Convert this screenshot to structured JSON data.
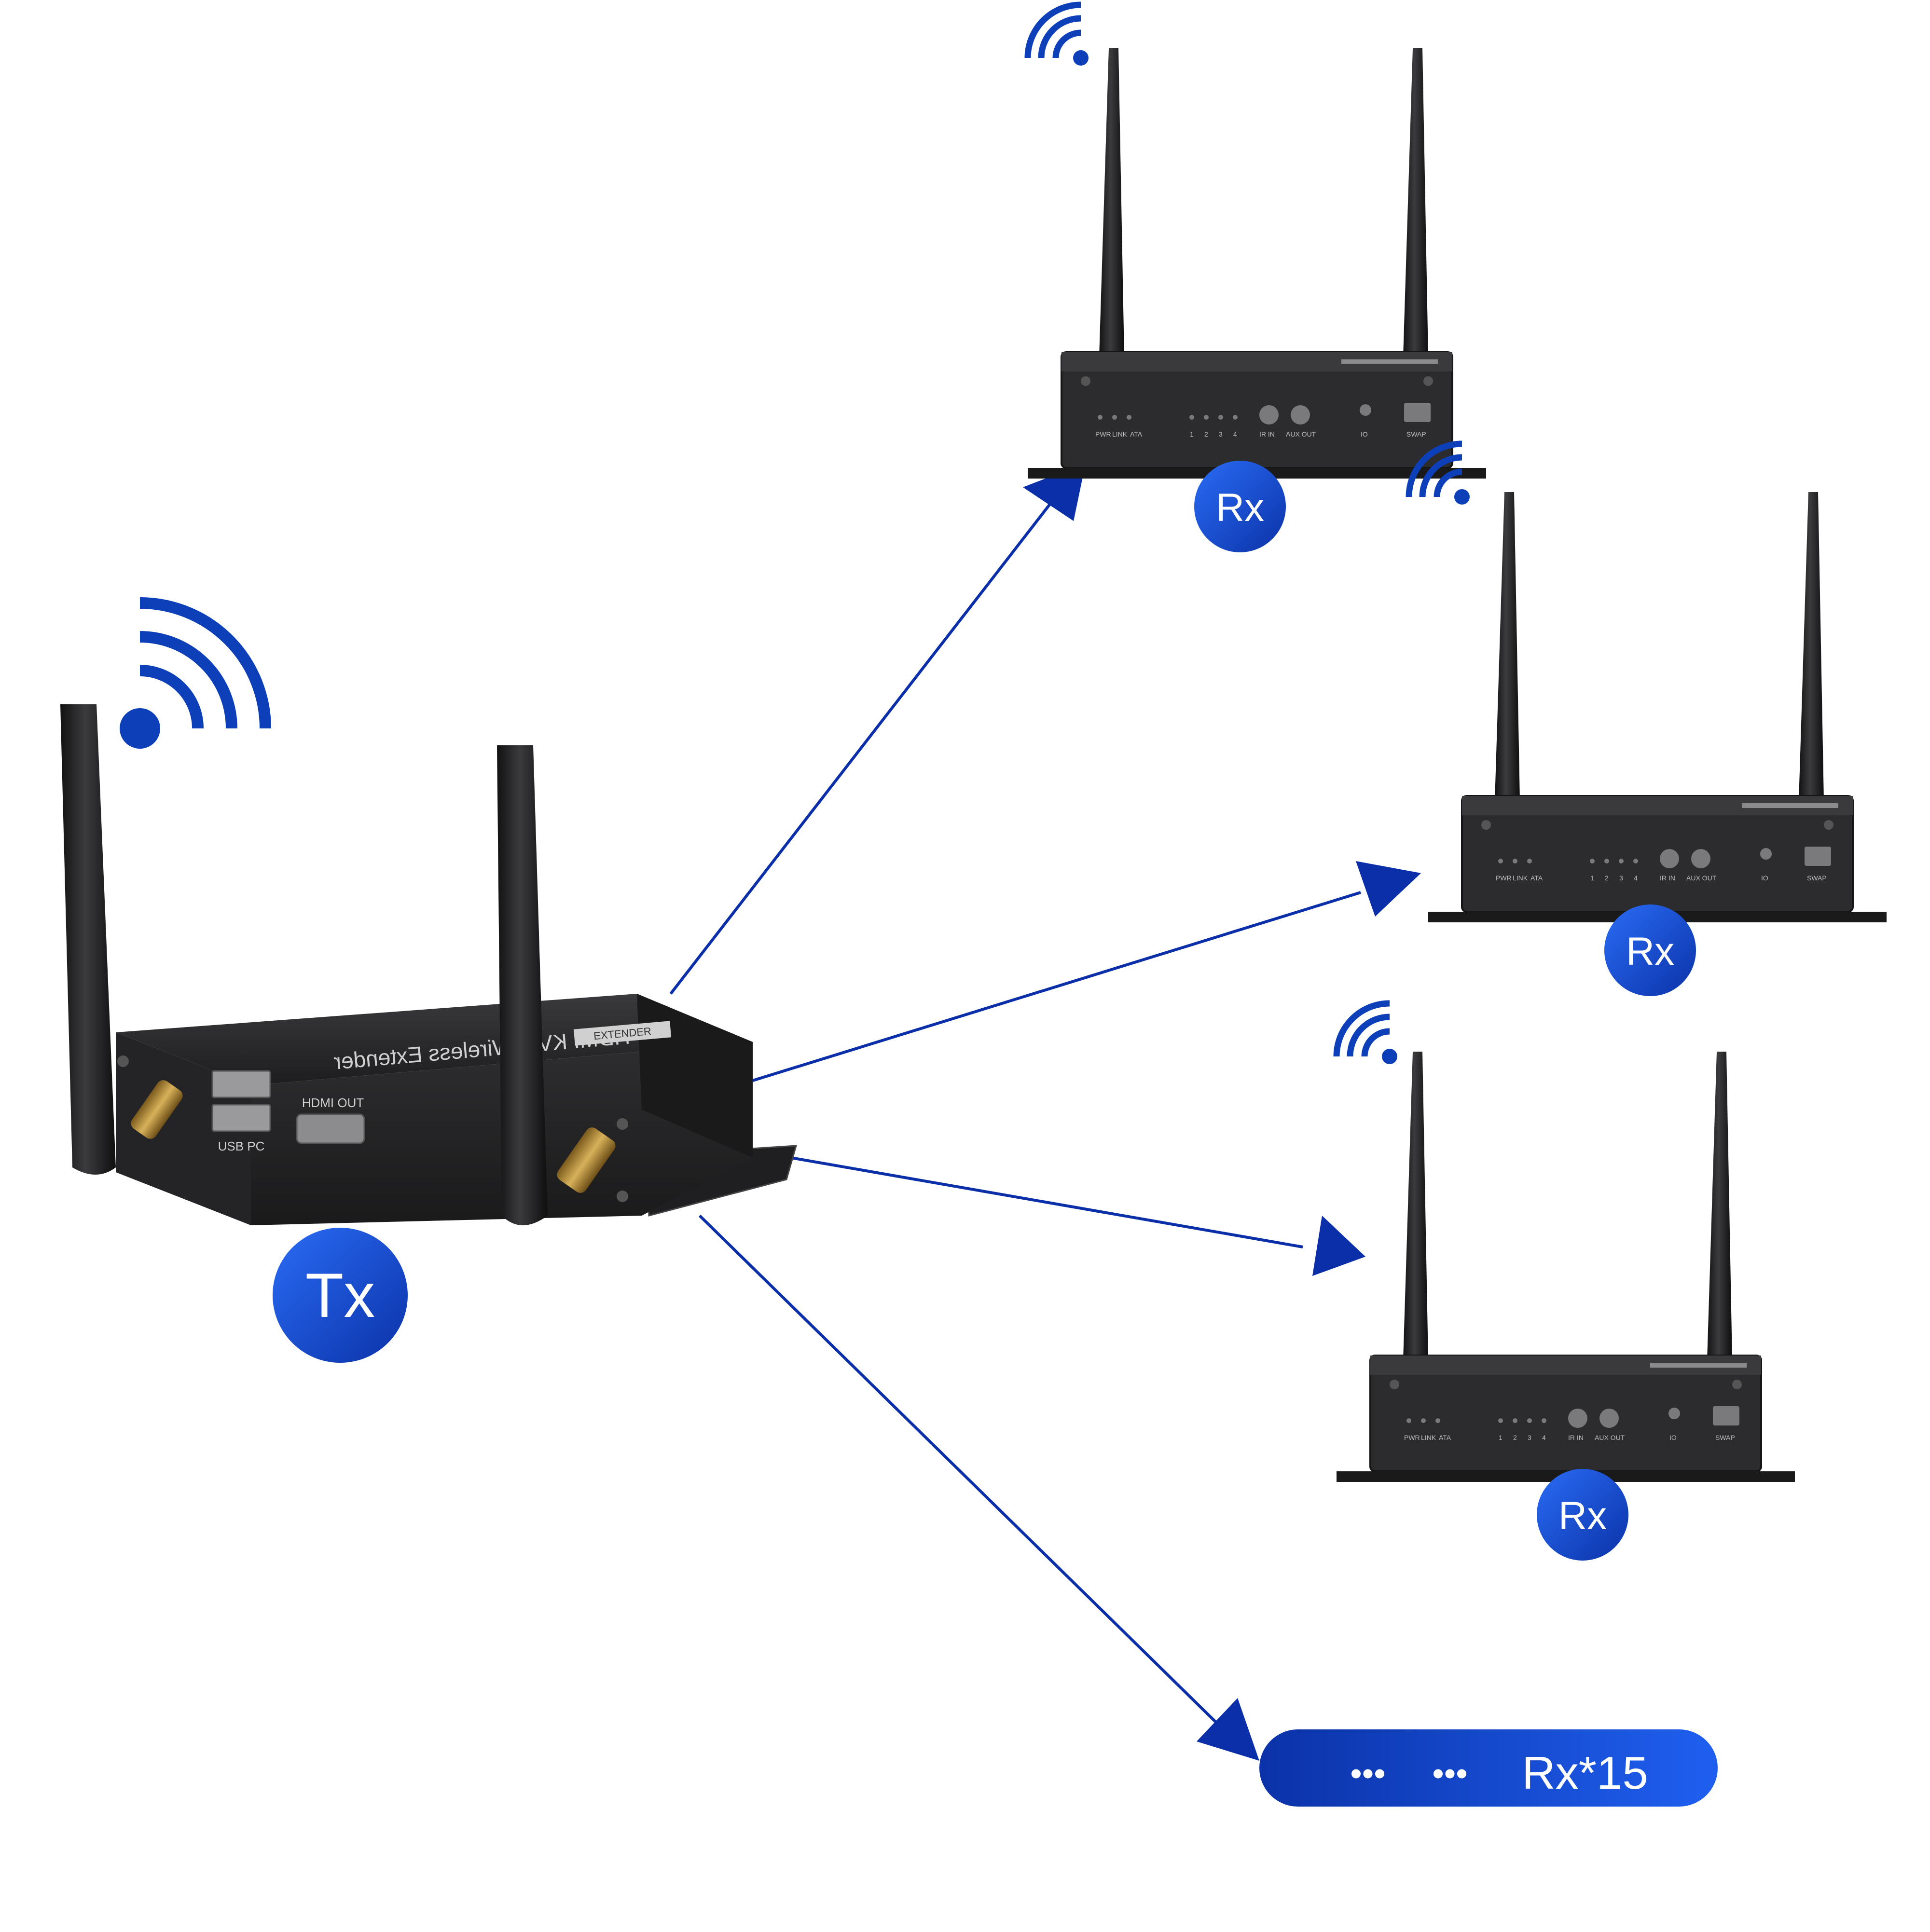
{
  "colors": {
    "brand_blue": "#0c3fb8",
    "badge_light": "#1f5ff0",
    "badge_dark": "#0b32a8",
    "arrow": "#0a2fa8",
    "device_body": "#2a2a2c",
    "device_dark": "#161617",
    "antenna": "#1c1c1e"
  },
  "tx": {
    "badge": "Tx",
    "top_label": "HDMI KVM Wireless Extender",
    "brand_plate": "EXTENDER",
    "port_usb": "USB PC",
    "port_hdmi": "HDMI OUT",
    "wifi_icon": "wifi-signal-icon"
  },
  "receivers": [
    {
      "badge": "Rx",
      "wifi_icon": "wifi-signal-icon",
      "panel_labels": [
        "PWR",
        "LINK",
        "ATA",
        "1",
        "2",
        "3",
        "4",
        "IR IN",
        "AUX OUT",
        "IO",
        "SWAP"
      ]
    },
    {
      "badge": "Rx",
      "wifi_icon": "wifi-signal-icon",
      "panel_labels": [
        "PWR",
        "LINK",
        "ATA",
        "1",
        "2",
        "3",
        "4",
        "IR IN",
        "AUX OUT",
        "IO",
        "SWAP"
      ]
    },
    {
      "badge": "Rx",
      "wifi_icon": "wifi-signal-icon",
      "panel_labels": [
        "PWR",
        "LINK",
        "ATA",
        "1",
        "2",
        "3",
        "4",
        "IR IN",
        "AUX OUT",
        "IO",
        "SWAP"
      ]
    }
  ],
  "more": {
    "dots_1": "•••",
    "dots_2": "•••",
    "label": "Rx*15"
  }
}
